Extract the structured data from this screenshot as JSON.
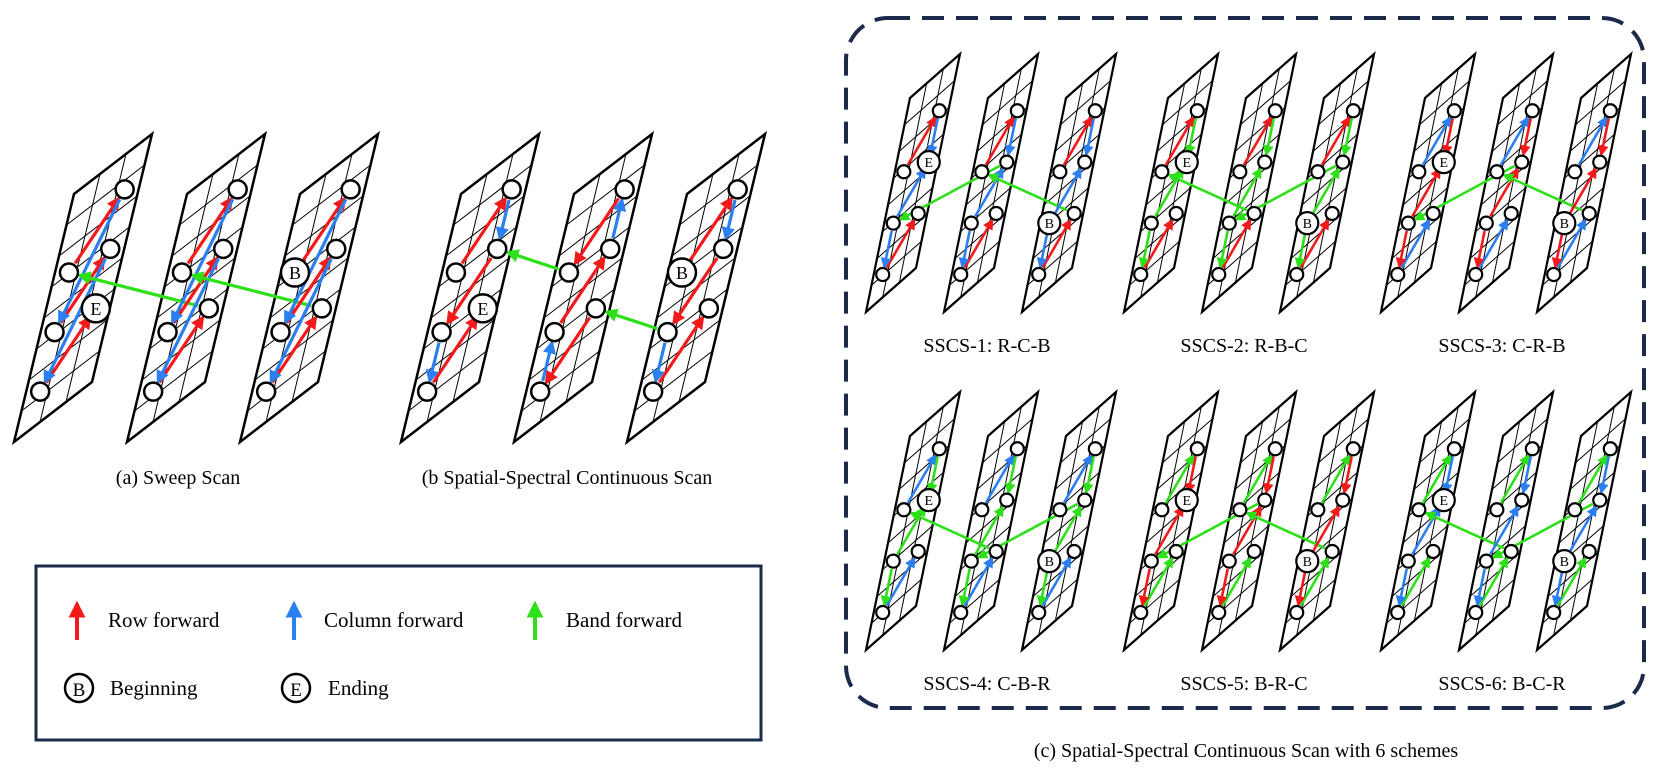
{
  "panel_a": {
    "caption": "(a) Sweep Scan"
  },
  "panel_b": {
    "caption": "(b Spatial-Spectral Continuous Scan"
  },
  "panel_c": {
    "caption": "(c) Spatial-Spectral Continuous Scan with 6 schemes",
    "schemes": [
      {
        "label": "SSCS-1: R-C-B"
      },
      {
        "label": "SSCS-2: R-B-C"
      },
      {
        "label": "SSCS-3: C-R-B"
      },
      {
        "label": "SSCS-4: C-B-R"
      },
      {
        "label": "SSCS-5: B-R-C"
      },
      {
        "label": "SSCS-6: B-C-R"
      }
    ]
  },
  "legend": {
    "row_forward": "Row forward",
    "column_forward": "Column forward",
    "band_forward": "Band forward",
    "beginning": "Beginning",
    "ending": "Ending",
    "beginning_letter": "B",
    "ending_letter": "E"
  },
  "colors": {
    "row": "#f21a1a",
    "column": "#2b7ff0",
    "band": "#2ee01a",
    "frame": "#1b2a4a"
  }
}
